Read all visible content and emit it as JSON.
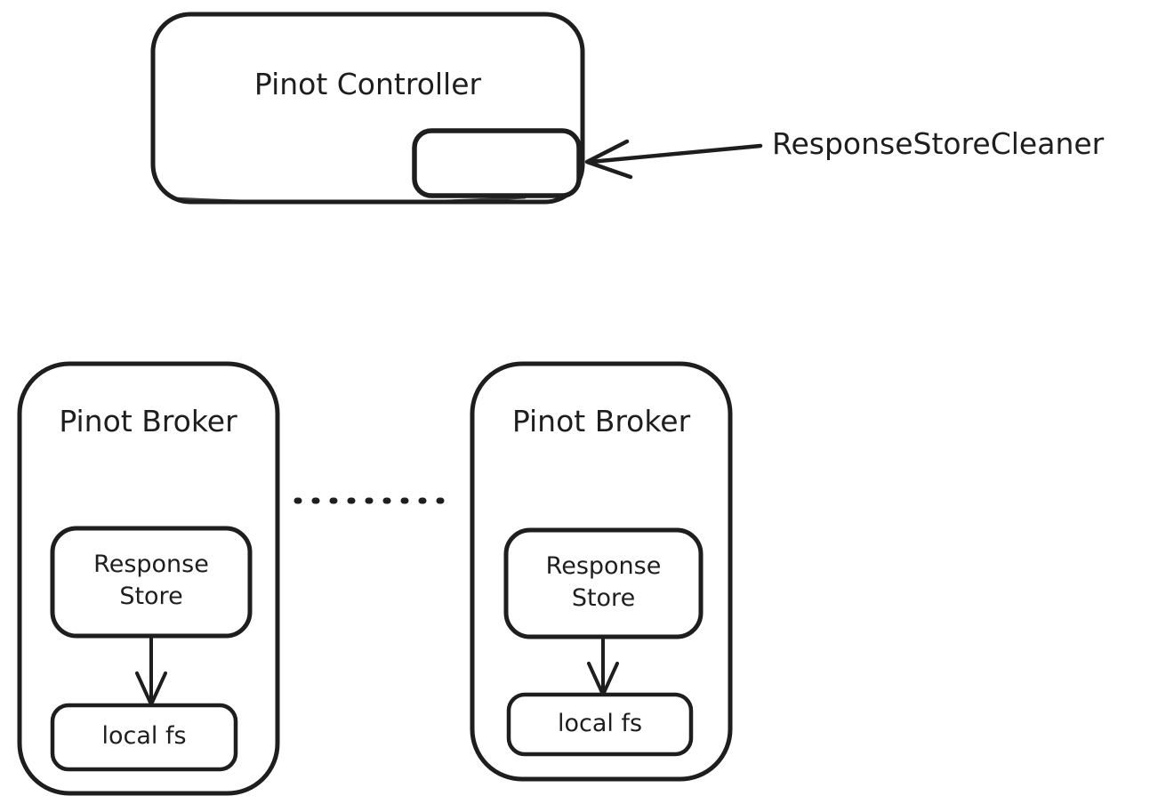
{
  "diagram": {
    "colors": {
      "stroke": "#1e1e1e",
      "background": "#ffffff"
    },
    "controller": {
      "label": "Pinot Controller"
    },
    "annotation": {
      "label": "ResponseStoreCleaner"
    },
    "brokers": [
      {
        "label": "Pinot Broker",
        "response_store": "Response Store",
        "local_fs": "local fs"
      },
      {
        "label": "Pinot Broker",
        "response_store": "Response Store",
        "local_fs": "local fs"
      }
    ]
  }
}
